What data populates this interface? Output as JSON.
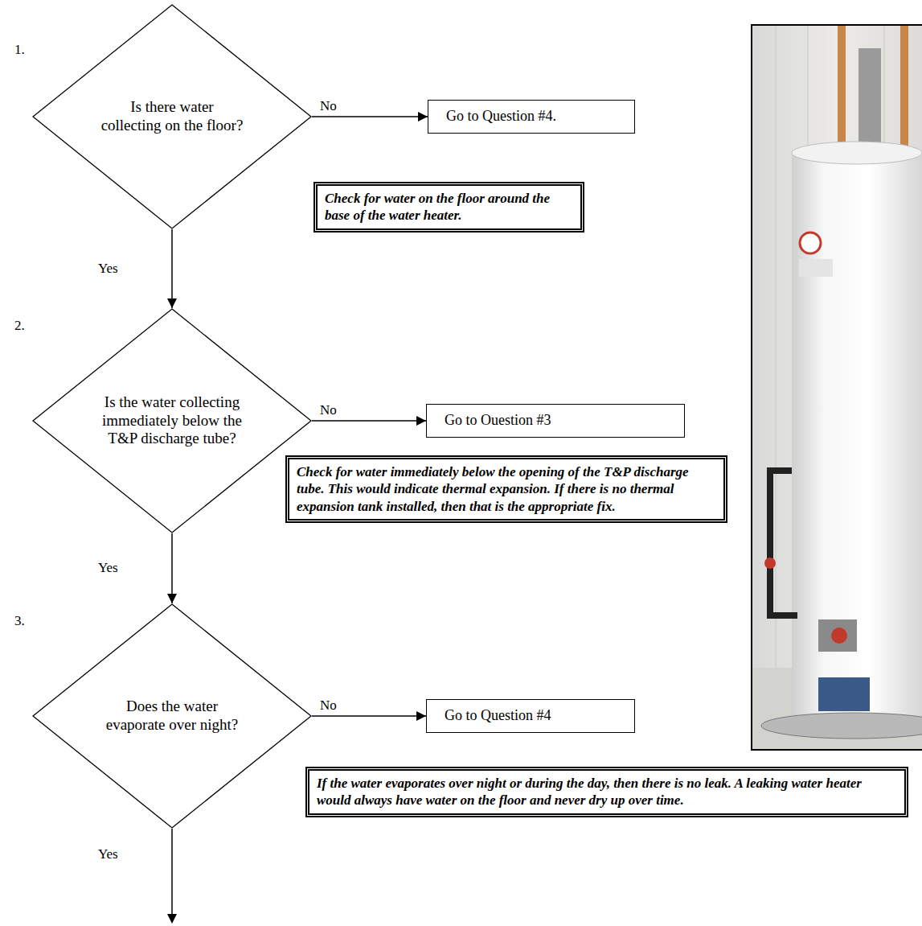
{
  "diagram": {
    "nodes": [
      {
        "text": [
          "Is there water collecting on the floor?"
        ]
      },
      {
        "text": [
          "Go to Question #4."
        ]
      },
      {
        "text": [
          "Check for water on the floor around the base of the water heater."
        ]
      },
      {
        "text": [
          "Is the water collecting immediately below the T&P discharge tube?"
        ]
      },
      {
        "text": [
          "Go to Ouestion #3"
        ]
      },
      {
        "text": [
          "Check for water immediately below the opening of the T&P discharge tube. This would indicate thermal expansion. If there is no thermal expansion tank installed, then that is the appropriate fix."
        ]
      },
      {
        "text": [
          "Does the water evaporate over night?"
        ]
      },
      {
        "text": [
          "Go to Question #4"
        ]
      },
      {
        "text": [
          "If the water evaporates over night or during the day, then there is no leak. A leaking water heater would always have water on the floor and never dry up over time."
        ]
      }
    ],
    "edges": [
      {
        "from": 0,
        "to": 1,
        "label": "No",
        "arrow": "to"
      },
      {
        "from": 0,
        "to": 3,
        "label": "Yes",
        "arrow": "to"
      },
      {
        "from": 3,
        "to": 4,
        "label": "No",
        "arrow": "to"
      },
      {
        "from": 3,
        "to": 6,
        "label": "Yes",
        "arrow": "to"
      },
      {
        "from": 6,
        "to": 7,
        "label": "No",
        "arrow": "to"
      }
    ],
    "labels": [
      "1.",
      "2.",
      "3.",
      "Yes"
    ]
  }
}
